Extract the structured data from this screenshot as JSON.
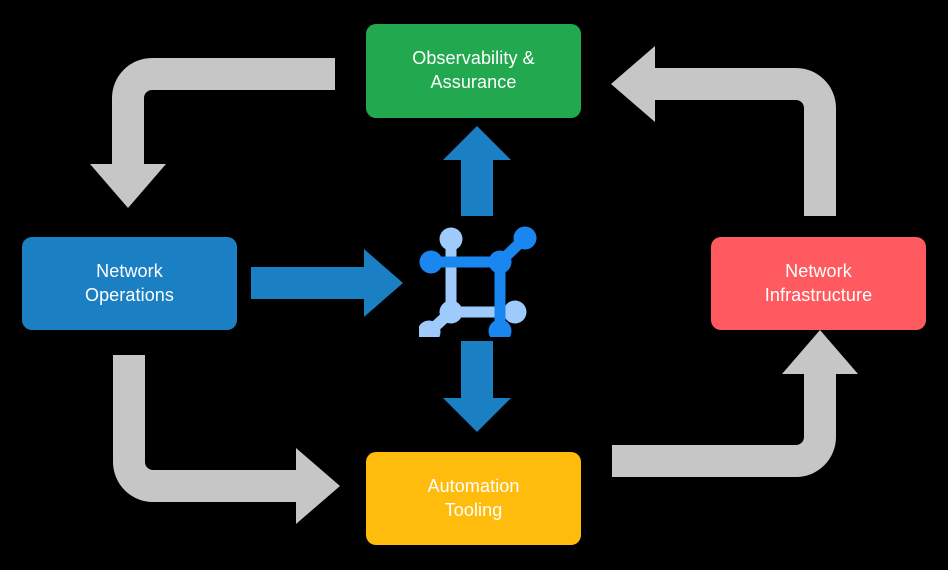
{
  "diagram": {
    "type": "cycle-flow",
    "background_color": "#000000",
    "nodes": [
      {
        "id": "observability",
        "label": "Observability &\nAssurance",
        "line1": "Observability &",
        "line2": "Assurance",
        "color": "#22a94f",
        "text_color": "#ffffff",
        "position": "top"
      },
      {
        "id": "operations",
        "label": "Network\nOperations",
        "line1": "Network",
        "line2": "Operations",
        "color": "#1b7fc4",
        "text_color": "#ffffff",
        "position": "left"
      },
      {
        "id": "infrastructure",
        "label": "Network\nInfrastructure",
        "line1": "Network",
        "line2": "Infrastructure",
        "color": "#ff5a5f",
        "text_color": "#ffffff",
        "position": "right"
      },
      {
        "id": "automation",
        "label": "Automation\nTooling",
        "line1": "Automation",
        "line2": "Tooling",
        "color": "#ffbc0d",
        "text_color": "#ffffff",
        "position": "bottom"
      }
    ],
    "center": {
      "icon_name": "network-topology-icon",
      "color_front": "#1a86f0",
      "color_back": "#9ecbfb"
    },
    "connectors": {
      "blue_color": "#1b7fc4",
      "gray_color": "#c6c6c6",
      "blue_arrows": [
        {
          "id": "operations-to-center",
          "direction": "right",
          "from": "operations",
          "to": "center"
        },
        {
          "id": "center-to-observability",
          "direction": "up",
          "from": "center",
          "to": "observability"
        },
        {
          "id": "center-to-automation",
          "direction": "down",
          "from": "center",
          "to": "automation"
        }
      ],
      "gray_arrows": [
        {
          "id": "observability-to-operations",
          "direction": "down",
          "from": "observability",
          "to": "operations"
        },
        {
          "id": "operations-to-automation",
          "direction": "right",
          "from": "operations",
          "to": "automation"
        },
        {
          "id": "automation-to-infrastructure",
          "direction": "up",
          "from": "automation",
          "to": "infrastructure"
        },
        {
          "id": "infrastructure-to-observability",
          "direction": "left",
          "from": "infrastructure",
          "to": "observability"
        }
      ]
    }
  }
}
